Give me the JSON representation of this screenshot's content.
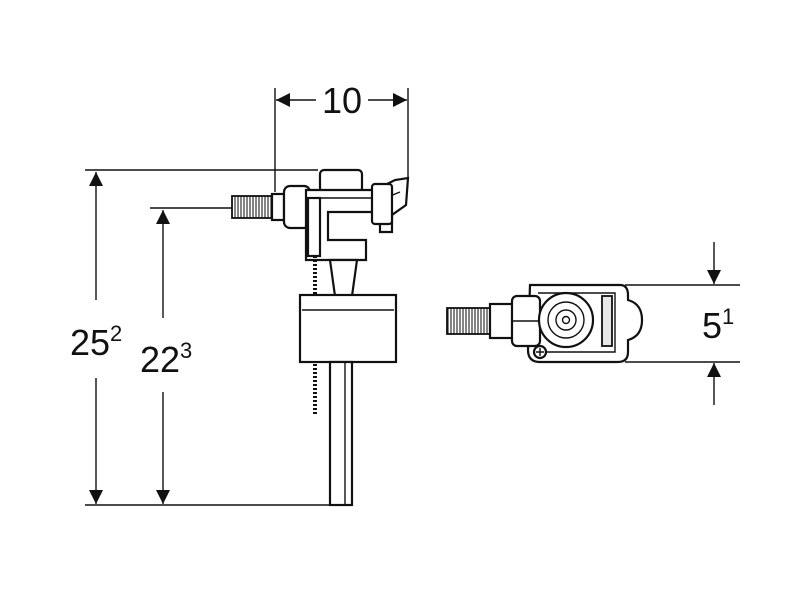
{
  "dimensions": {
    "width_top": {
      "value": "10"
    },
    "overall_height": {
      "value": "25",
      "sup": "2"
    },
    "inlet_height": {
      "value": "22",
      "sup": "3"
    },
    "inlet_offset": {
      "value": "5",
      "sup": "1"
    }
  },
  "colors": {
    "line": "#111111",
    "background": "#ffffff"
  }
}
